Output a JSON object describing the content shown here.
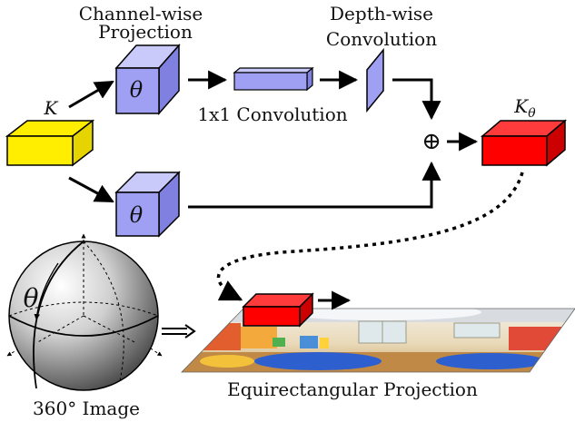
{
  "labels": {
    "channel_wise_line1": "Channel-wise",
    "channel_wise_line2": "Projection",
    "depth_wise_line1": "Depth-wise",
    "depth_wise_line2": "Convolution",
    "conv_1x1": "1x1 Convolution",
    "kernel": "K",
    "theta_top": "θ",
    "theta_bottom": "θ",
    "theta_sphere": "θ",
    "output_kernel_base": "K",
    "output_kernel_sub": "θ",
    "oplus": "⊕",
    "image_360": "360° Image",
    "equirect": "Equirectangular Projection"
  },
  "colors": {
    "kernel_yellow": "#ffee00",
    "projection_purple": "#9f9ff4",
    "output_red": "#ff0000",
    "line_black": "#000000"
  },
  "icons": {
    "sphere": "sphere-icon",
    "panorama": "panorama-image"
  }
}
